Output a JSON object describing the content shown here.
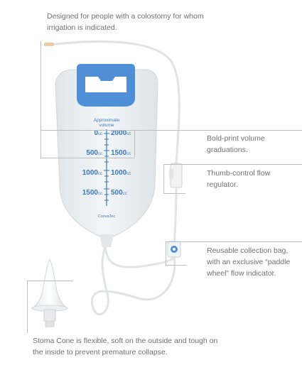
{
  "annotations": {
    "top": "Designed for people with a colostomy for whom irrigation is indicated.",
    "graduations": "Bold-print volume graduations.",
    "regulator": "Thumb-control flow regulator.",
    "paddle_wheel": "Reusable collection bag, with an exclusive “paddle wheel” flow indicator.",
    "cone": "Stoma Cone is flexible, soft on the outside and tough on the inside to prevent premature collapse."
  },
  "bag": {
    "header_line1": "Approximate",
    "header_line2": "volume",
    "left_scale": [
      "0",
      "500",
      "1000",
      "1500"
    ],
    "right_scale": [
      "2000",
      "1500",
      "1000",
      "500"
    ],
    "unit": "cc",
    "brand": "ConvaTec"
  },
  "colors": {
    "accent": "#3a79c2",
    "handle": "#4f8fd6",
    "text": "#707070",
    "line": "#bdbdbd"
  }
}
